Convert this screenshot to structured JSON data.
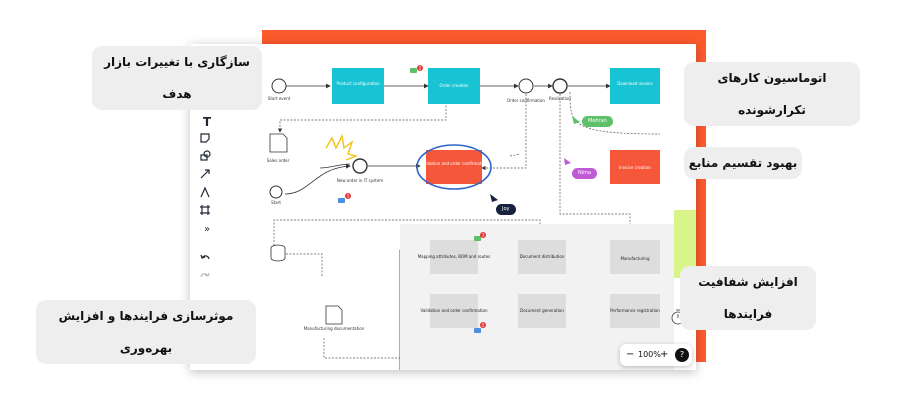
{
  "callouts": {
    "adapt": "سازگاری با تغییرات بازار هدف",
    "automation": "اتوماسیون کارهای تکرارشونده",
    "resources": "بهبود تقسیم منابع",
    "transparency": "افزایش شفافیت فرایندها",
    "efficiency": "موثرسازی فرایندها و افزایش بهره‌وری"
  },
  "diagram": {
    "start_event": "Start event",
    "product_config": "Product configuration",
    "order_creation": "Order creation",
    "order_confirmation": "Order confirmation",
    "realization": "Realization",
    "download_invoice": "Download invoice",
    "sales_order": "Sales order",
    "start": "Start",
    "new_order": "New order in IT system",
    "validation_top": "Validation and order confirmation",
    "invoice_creation": "Invoice creation",
    "mapping": "Mapping attributes, BOM and routes",
    "document_distribution": "Document distribution",
    "manufacturing": "Manufacturing",
    "validation_bottom": "Validation and order confirmation",
    "document_generation": "Document generation",
    "performance_registration": "Performance registration",
    "manufacturing_documentation": "Manufacturing documentation"
  },
  "collaborators": {
    "mehran": "Mehran",
    "nima": "Nima",
    "joy": "Joy"
  },
  "comment_counts": {
    "order_creation": "2",
    "new_order": "1",
    "mapping": "3",
    "validation_bottom": "5"
  },
  "zoom": {
    "minus": "−",
    "level": "100%",
    "plus": "+",
    "help": "?"
  },
  "colors": {
    "teal": "#18c3d3",
    "orange_red": "#f5573b",
    "frame": "#fc5a2d",
    "mehran_badge": "#5dc169",
    "nima_badge": "#c05ad4",
    "joy_badge": "#16213f",
    "sticky_note": "#d9f58a"
  },
  "icons": {
    "select": "cursor-arrow-icon",
    "text": "text-tool-icon",
    "sticky": "sticky-note-icon",
    "shapes": "shapes-icon",
    "connector": "arrow-line-icon",
    "pen": "pen-icon",
    "frame": "frame-icon",
    "more": "more-tools-icon",
    "undo": "undo-icon",
    "redo": "redo-icon",
    "panel": "side-panel-icon"
  }
}
